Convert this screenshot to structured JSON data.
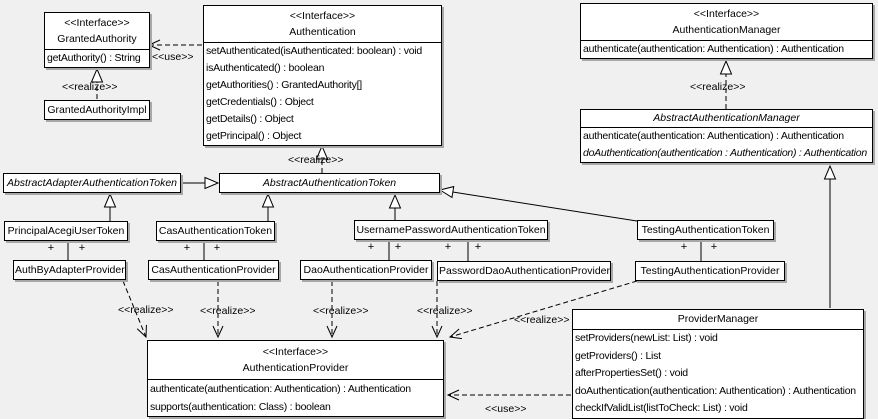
{
  "diagram": {
    "plus": "+",
    "labels": {
      "use_granted": "<<use>>",
      "realize_granted_impl": "<<realize>>",
      "realize_token": "<<realize>>",
      "realize_manager": "<<realize>>",
      "realize_auth_by_adapter": "<<realize>>",
      "realize_cas": "<<realize>>",
      "realize_dao": "<<realize>>",
      "realize_password_dao": "<<realize>>",
      "realize_testing": "<<realize>>",
      "use_provider": "<<use>>"
    },
    "classes": {
      "granted_authority": {
        "stereotype": "<<Interface>>",
        "name": "GrantedAuthority",
        "methods": [
          "getAuthority() : String"
        ]
      },
      "granted_authority_impl": {
        "name": "GrantedAuthorityImpl"
      },
      "authentication": {
        "stereotype": "<<Interface>>",
        "name": "Authentication",
        "methods": [
          "setAuthenticated(isAuthenticated: boolean) : void",
          "isAuthenticated() : boolean",
          "getAuthorities() : GrantedAuthority[]",
          "getCredentials() : Object",
          "getDetails() : Object",
          "getPrincipal() : Object"
        ]
      },
      "authentication_manager": {
        "stereotype": "<<Interface>>",
        "name": "AuthenticationManager",
        "methods": [
          "authenticate(authentication: Authentication) : Authentication"
        ]
      },
      "abstract_authentication_manager": {
        "name": "AbstractAuthenticationManager",
        "methods": [
          "authenticate(authentication: Authentication) : Authentication",
          "doAuthentication(authentication : Authentication) : Authentication"
        ]
      },
      "abstract_adapter_authentication_token": {
        "name": "AbstractAdapterAuthenticationToken"
      },
      "abstract_authentication_token": {
        "name": "AbstractAuthenticationToken"
      },
      "principal_acegi_user_token": {
        "name": "PrincipalAcegiUserToken"
      },
      "cas_authentication_token": {
        "name": "CasAuthenticationToken"
      },
      "username_password_authentication_token": {
        "name": "UsernamePasswordAuthenticationToken"
      },
      "testing_authentication_token": {
        "name": "TestingAuthenticationToken"
      },
      "auth_by_adapter_provider": {
        "name": "AuthByAdapterProvider"
      },
      "cas_authentication_provider": {
        "name": "CasAuthenticationProvider"
      },
      "dao_authentication_provider": {
        "name": "DaoAuthenticationProvider"
      },
      "password_dao_authentication_provider": {
        "name": "PasswordDaoAuthenticationProvider"
      },
      "testing_authentication_provider": {
        "name": "TestingAuthenticationProvider"
      },
      "provider_manager": {
        "name": "ProviderManager",
        "methods": [
          "setProviders(newList: List) : void",
          "getProviders() : List",
          "afterPropertiesSet() : void",
          "doAuthentication(authentication: Authentication) : Authentication",
          "checkIfValidList(listToCheck: List) : void"
        ]
      },
      "authentication_provider": {
        "stereotype": "<<Interface>>",
        "name": "AuthenticationProvider",
        "methods": [
          "authenticate(authentication: Authentication) : Authentication",
          "supports(authentication: Class) : boolean"
        ]
      }
    },
    "colors": {
      "background": "#f0f0f0",
      "box_fill": "#ffffff",
      "box_border": "#000000",
      "shadow": "#a8a8a8"
    }
  }
}
